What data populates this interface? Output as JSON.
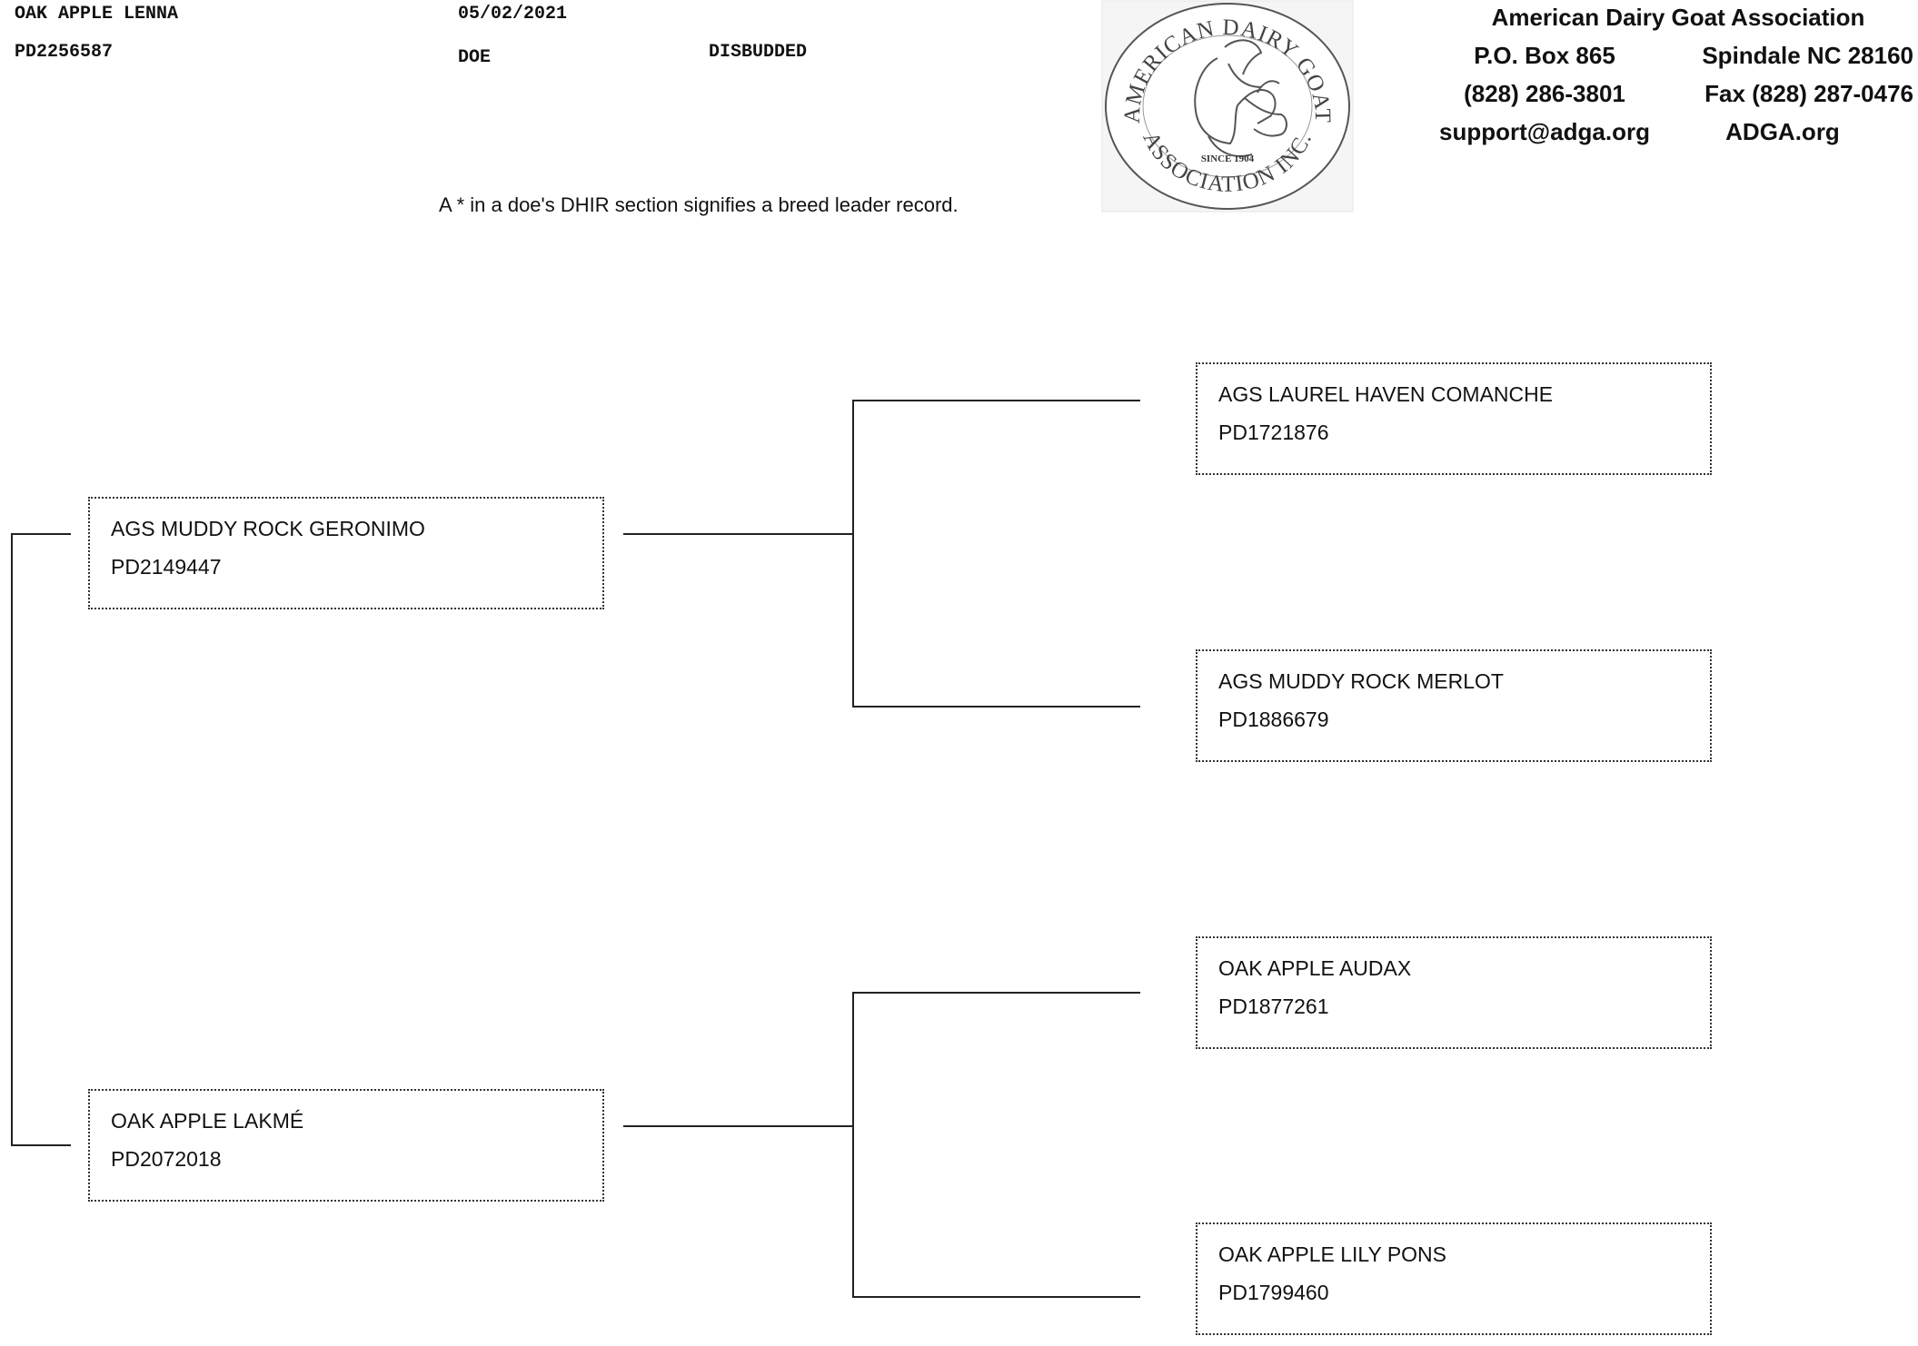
{
  "animal": {
    "name": "OAK APPLE LENNA",
    "reg_number": "PD2256587",
    "date": "05/02/2021",
    "sex": "DOE",
    "horn_status": "DISBUDDED"
  },
  "note": "A * in a doe's DHIR section signifies a breed leader record.",
  "logo": {
    "top_text": "AMERICAN DAIRY GOAT",
    "bottom_text": "ASSOCIATION INC.",
    "since": "SINCE 1904"
  },
  "association": {
    "name": "American Dairy Goat Association",
    "po_box": "P.O. Box 865",
    "city": "Spindale NC 28160",
    "phone": "(828) 286-3801",
    "fax": "Fax (828) 287-0476",
    "email": "support@adga.org",
    "website": "ADGA.org"
  },
  "pedigree": {
    "sire": {
      "name": "AGS MUDDY ROCK GERONIMO",
      "reg": "PD2149447"
    },
    "dam": {
      "name": "OAK APPLE LAKMÉ",
      "reg": "PD2072018"
    },
    "sire_sire": {
      "name": "AGS LAUREL HAVEN COMANCHE",
      "reg": "PD1721876"
    },
    "sire_dam": {
      "name": "AGS MUDDY ROCK MERLOT",
      "reg": "PD1886679"
    },
    "dam_sire": {
      "name": "OAK APPLE AUDAX",
      "reg": "PD1877261"
    },
    "dam_dam": {
      "name": "OAK APPLE LILY PONS",
      "reg": "PD1799460"
    }
  }
}
